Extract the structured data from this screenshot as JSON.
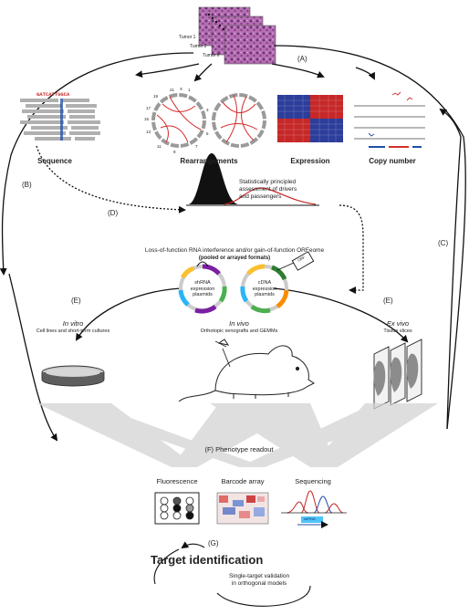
{
  "tumor_samples": {
    "labels": [
      "Tumor 1",
      "Tumor 2",
      "Tumor n"
    ]
  },
  "steps": {
    "a": "(A)",
    "b": "(B)",
    "c": "(C)",
    "d": "(D)",
    "e_left": "(E)",
    "e_right": "(E)",
    "f": "(F) Phenotype readout",
    "g": "(G)"
  },
  "profiling": {
    "sequence": "Sequence",
    "rearrangements": "Rearrangements",
    "expression": "Expression",
    "copy_number": "Copy number",
    "sequence_read_text": "GATCATTGGCA",
    "chromosome_labels": [
      "21",
      "X",
      "1",
      "19",
      "17",
      "15",
      "13",
      "11",
      "9",
      "7",
      "5",
      "3"
    ]
  },
  "statistics": {
    "line1": "Statistically principled",
    "line2": "assessment of drivers",
    "line3": "and passengers"
  },
  "screen": {
    "line1": "Loss-of-function RNA interference and/or gain-of-function ORFeome",
    "line2": "(pooled or arrayed formats)",
    "shrna_l1": "shRNA",
    "shrna_l2": "expression",
    "shrna_l3": "plasmids",
    "cdna_l1": "cDNA",
    "cdna_l2": "expression",
    "cdna_l3": "plasmids",
    "orf_tag": "ORF"
  },
  "models": {
    "in_vitro_title": "In vitro",
    "in_vitro_sub": "Cell lines and short-term cultures",
    "in_vivo_title": "In vivo",
    "in_vivo_sub": "Orthotopic xenografts and GEMMs",
    "ex_vivo_title": "Ex vivo",
    "ex_vivo_sub": "Tissue slices"
  },
  "readouts": {
    "fluorescence": "Fluorescence",
    "barcode": "Barcode array",
    "sequencing": "Sequencing",
    "seq_tag": "shRNA"
  },
  "result": {
    "title": "Target identification",
    "validation_l1": "Single-target validation",
    "validation_l2": "in orthogonal models"
  },
  "colors": {
    "accent_red": "#c62828",
    "accent_blue": "#1e4fa8",
    "arrow": "#111111",
    "funnel_gray": "#c8c8c8"
  }
}
